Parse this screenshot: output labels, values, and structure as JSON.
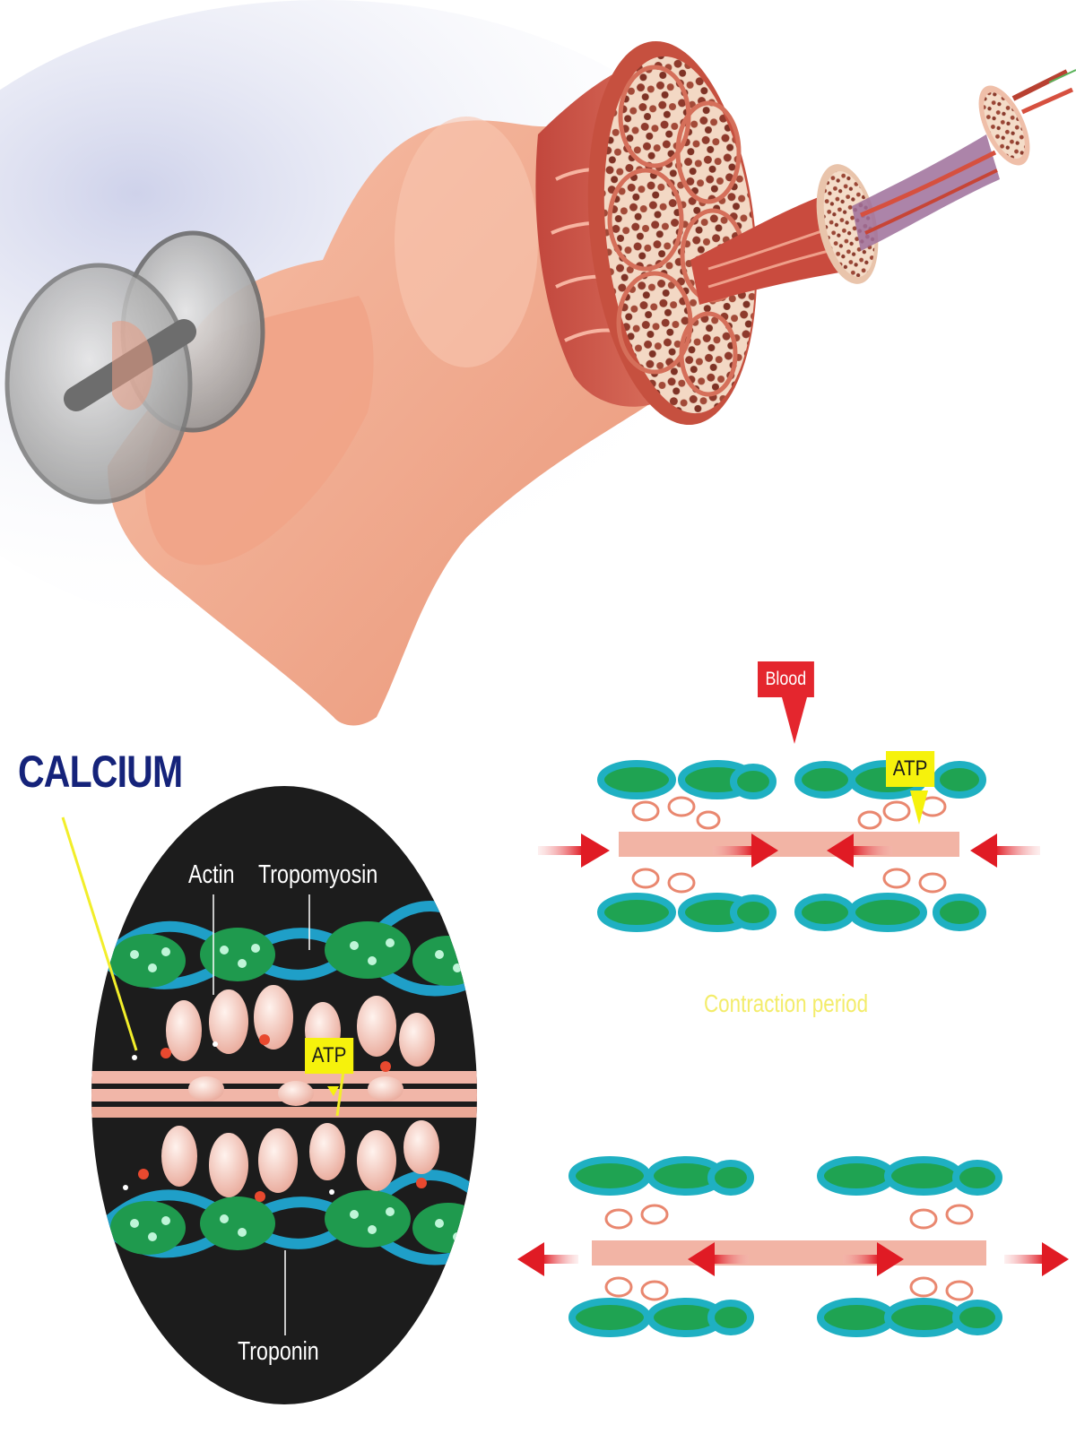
{
  "labels": {
    "calcium": "CALCIUM",
    "actin": "Actin",
    "tropomyosin": "Tropomyosin",
    "atp_circle": "ATP",
    "troponin": "Troponin",
    "blood": "Blood",
    "atp_right": "ATP",
    "contraction_period": "Contraction period"
  },
  "colors": {
    "skin": "#f3a88e",
    "muscle_red": "#d5584a",
    "actin_teal": "#21a8c4",
    "actin_green": "#2fae63",
    "myosin_pink": "#f4c2b6",
    "arrow_red": "#e01b24",
    "calcium_blue": "#15237a",
    "tag_yellow": "#f6f20c",
    "tag_red": "#e4262e",
    "callout_line_yellow": "#f2ee2a",
    "circle_bg": "#1c1c1c"
  },
  "icons": [
    "dumbbell-icon",
    "arrow-right-icon",
    "arrow-left-icon"
  ]
}
